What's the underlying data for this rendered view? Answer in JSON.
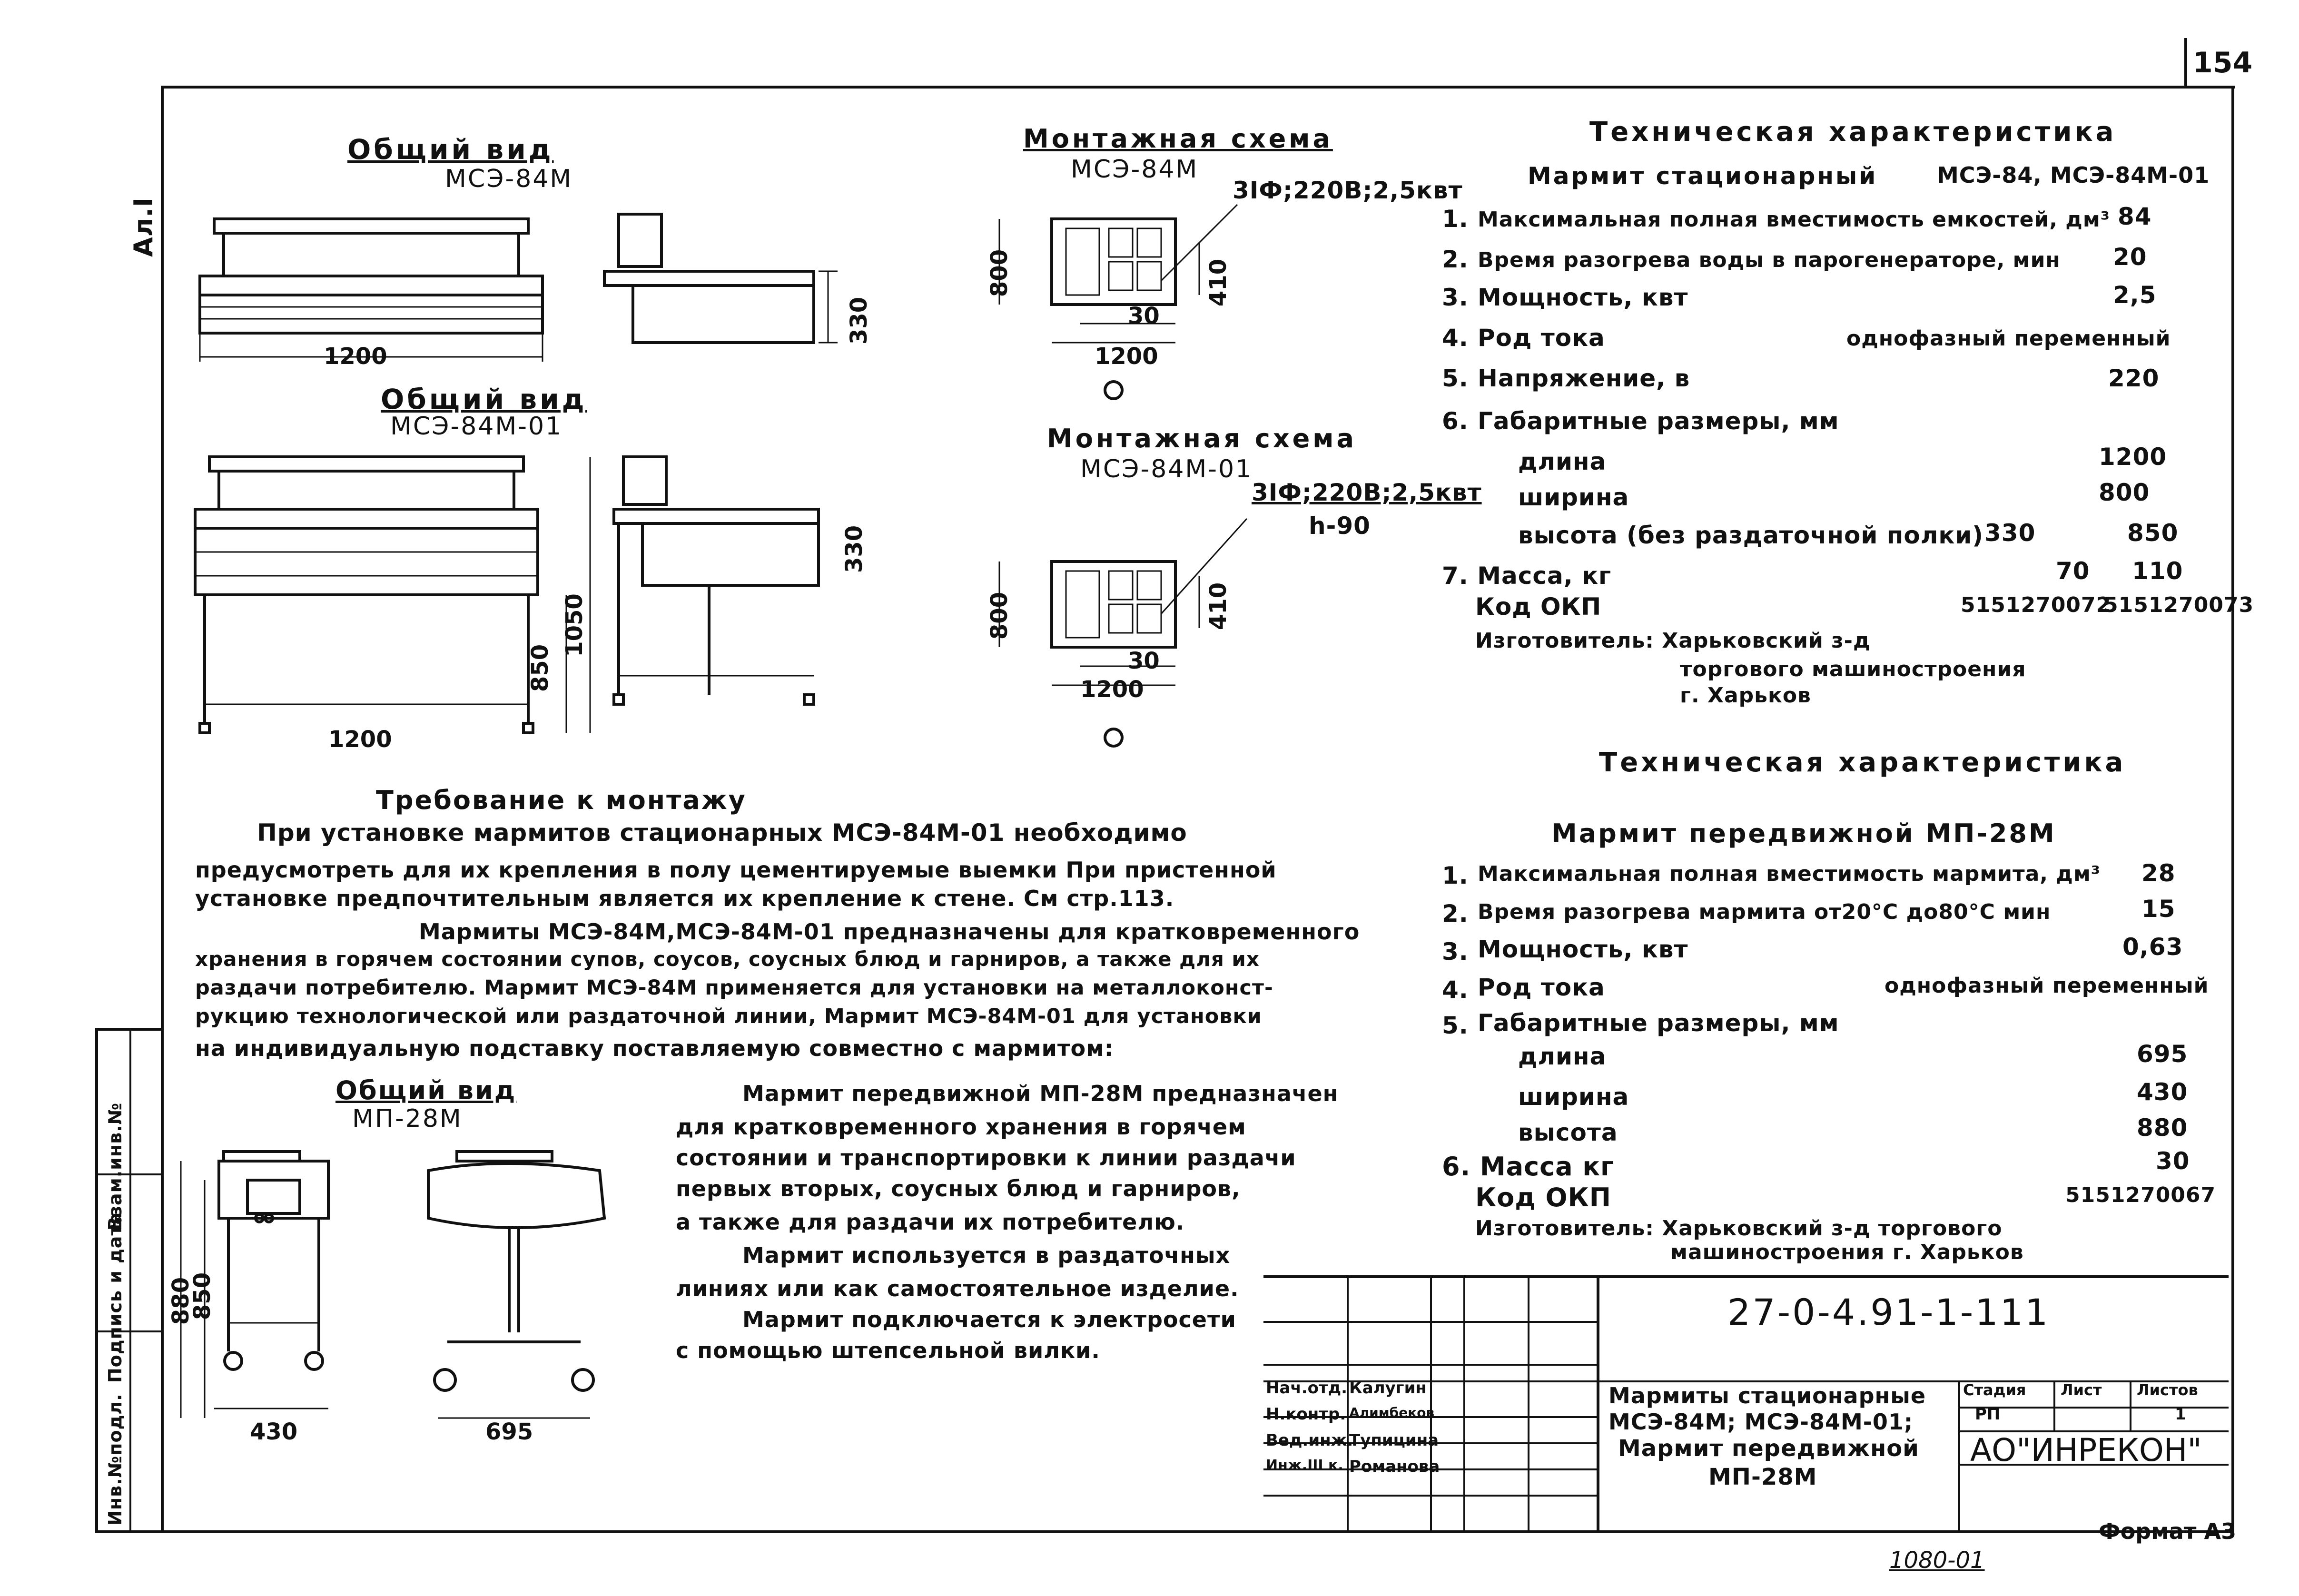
{
  "sheet": {
    "page_number": "154",
    "sheet_label": "Ал.I",
    "format": "Формат А3",
    "bottom_note": "1080-01"
  },
  "sidebar_labels": [
    "Инв.№подл.",
    "Подпись и дата",
    "Взам.инв.№"
  ],
  "views": {
    "msz84m_title": "Общий вид",
    "msz84m_sub": "МСЭ-84М",
    "msz84m01_title": "Общий вид",
    "msz84m01_sub": "МСЭ-84М-01",
    "mp28m_title": "Общий вид",
    "mp28m_sub": "МП-28М",
    "mount1_title": "Монтажная схема",
    "mount1_sub": "МСЭ-84М",
    "mount1_power": "3IФ;220В;2,5квт",
    "mount2_title": "Монтажная схема",
    "mount2_sub": "МСЭ-84М-01",
    "mount2_power": "3IФ;220В;2,5квт",
    "mount2_h": "h-90"
  },
  "dimensions": {
    "d1200_a": "1200",
    "d330_a": "330",
    "d1200_b": "1200",
    "d850_a": "850",
    "d1050": "1050",
    "d330_b": "330",
    "d800_a": "800",
    "d410_a": "410",
    "d30_a": "30",
    "d1200_c": "1200",
    "d800_b": "800",
    "d410_b": "410",
    "d30_b": "30",
    "d1200_d": "1200",
    "d880": "880",
    "d850_b": "850",
    "d430": "430",
    "d695": "695"
  },
  "spec1": {
    "title": "Техническая характеристика",
    "subtitle": "Мармит стационарный",
    "models": "МСЭ-84, МСЭ-84М-01",
    "items": [
      {
        "num": "1.",
        "label": "Максимальная полная вместимость емкостей, дм³",
        "value": "84"
      },
      {
        "num": "2.",
        "label": "Время разогрева воды в парогенераторе, мин",
        "value": "20"
      },
      {
        "num": "3.",
        "label": "Мощность, квт",
        "value": "2,5"
      },
      {
        "num": "4.",
        "label": "Род тока",
        "value": "однофазный переменный"
      },
      {
        "num": "5.",
        "label": "Напряжение, в",
        "value": "220"
      },
      {
        "num": "6.",
        "label": "Габаритные размеры, мм",
        "value": ""
      }
    ],
    "length_label": "длина",
    "length_value": "1200",
    "width_label": "ширина",
    "width_value": "800",
    "height_label": "высота (без раздаточной полки)",
    "height_value_1": "330",
    "height_value_2": "850",
    "mass_label": "7. Масса, кг",
    "mass_value_1": "70",
    "mass_value_2": "110",
    "okp_label": "Код ОКП",
    "okp_value_1": "5151270072",
    "okp_value_2": "5151270073",
    "maker_line1": "Изготовитель: Харьковский з-д",
    "maker_line2": "торгового машиностроения",
    "maker_line3": "г. Харьков"
  },
  "spec2": {
    "title": "Техническая характеристика",
    "subtitle": "Мармит передвижной МП-28М",
    "items": [
      {
        "num": "1.",
        "label": "Максимальная полная вместимость мармита, дм³",
        "value": "28"
      },
      {
        "num": "2.",
        "label": "Время разогрева мармита от20°С до80°С мин",
        "value": "15"
      },
      {
        "num": "3.",
        "label": "Мощность, квт",
        "value": "0,63"
      },
      {
        "num": "4.",
        "label": "Род тока",
        "value": "однофазный переменный"
      },
      {
        "num": "5.",
        "label": "Габаритные размеры, мм",
        "value": ""
      }
    ],
    "length_label": "длина",
    "length_value": "695",
    "width_label": "ширина",
    "width_value": "430",
    "height_label": "высота",
    "height_value": "880",
    "mass_label": "6. Масса кг",
    "mass_value": "30",
    "okp_label": "Код ОКП",
    "okp_value": "5151270067",
    "maker_line1": "Изготовитель: Харьковский з-д торгового",
    "maker_line2": "машиностроения г. Харьков"
  },
  "requirements": {
    "title": "Требование к монтажу",
    "lines": [
      "При установке мармитов стационарных МСЭ-84М-01 необходимо",
      "предусмотреть для их крепления в полу цементируемые выемки При пристенной",
      "установке предпочтительным является их крепление к стене. См стр.113.",
      "Мармиты МСЭ-84М,МСЭ-84М-01 предназначены для кратковременного",
      "хранения в горячем состоянии супов, соусов, соусных блюд и гарниров, а также для их",
      "раздачи потребителю. Мармит МСЭ-84М применяется для установки на металлоконст-",
      "рукцию технологической или раздаточной линии, Мармит МСЭ-84М-01 для установки",
      "на индивидуальную подставку поставляемую совместно с мармитом:"
    ]
  },
  "mp28m_desc": {
    "lines": [
      "Мармит передвижной МП-28М предназначен",
      "для кратковременного хранения в горячем",
      "состоянии и транспортировки к линии раздачи",
      "первых вторых, соусных блюд и гарниров,",
      "а также для раздачи их потребителю.",
      "Мармит используется в раздаточных",
      "линиях или как самостоятельное изделие.",
      "Мармит подключается к электросети",
      "с помощью штепсельной вилки."
    ]
  },
  "title_block": {
    "doc_code": "27-0-4.91-1-111",
    "name_line1": "Мармиты стационарные",
    "name_line2": "МСЭ-84М; МСЭ-84М-01;",
    "name_line3": "Мармит передвижной",
    "name_line4": "МП-28М",
    "stage_label": "Стадия",
    "sheet_label": "Лист",
    "sheets_label": "Листов",
    "stage_value": "РП",
    "sheets_value": "1",
    "org": "АО\"ИНРЕКОН\"",
    "rows": [
      {
        "role": "Нач.отд.",
        "name": "Калугин"
      },
      {
        "role": "Н.контр.",
        "name": "Алимбеков"
      },
      {
        "role": "Вед.инж.",
        "name": "Тупицина"
      },
      {
        "role": "Инж.III к.",
        "name": "Романова"
      }
    ]
  }
}
